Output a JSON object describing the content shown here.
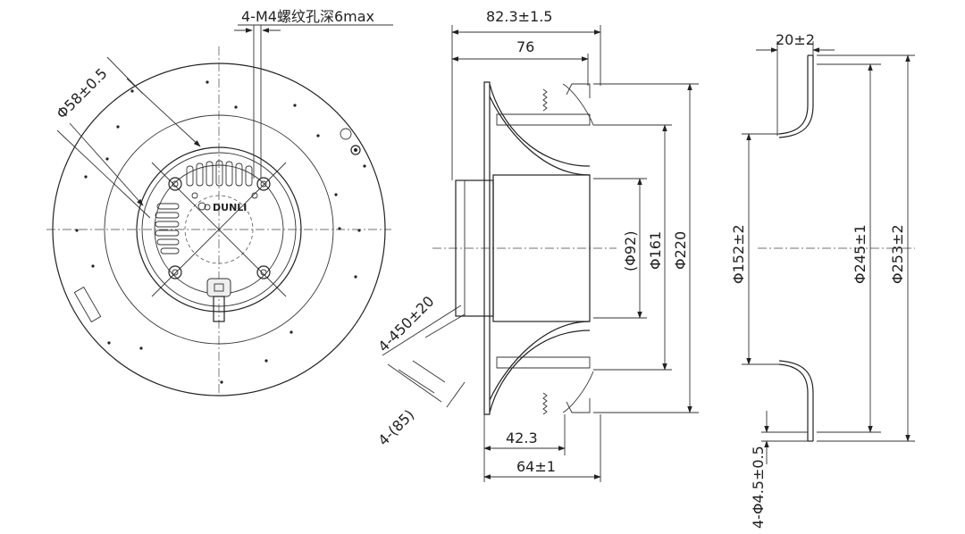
{
  "front_view": {
    "thread_note": "4-M4螺纹孔深6max",
    "dia_hub": "Φ58±0.5",
    "logo_text": "DUNLI",
    "cable_count": "4-450±20",
    "strip_length": "4-(85)"
  },
  "side_view": {
    "total_length": "82.3±1.5",
    "body_length": "76",
    "dia_motor": "(Φ92)",
    "dia_161": "Φ161",
    "dia_220": "Φ220",
    "depth_42": "42.3",
    "depth_64": "64±1"
  },
  "ring_view": {
    "ring_height": "20±2",
    "dia_152": "Φ152±2",
    "dia_245": "Φ245±1",
    "dia_253": "Φ253±2",
    "holes": "4-Φ4.5±0.5"
  }
}
